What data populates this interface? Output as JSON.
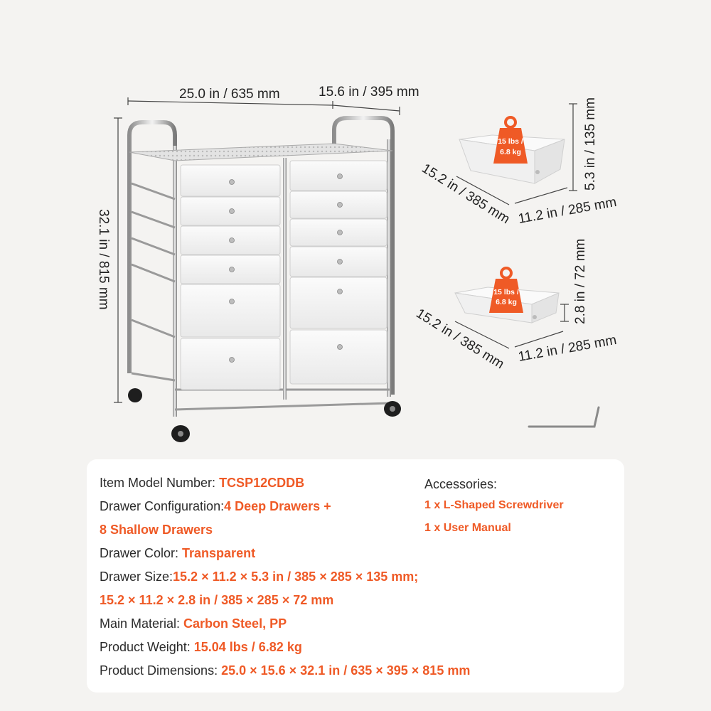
{
  "dimensions": {
    "cart_width": "25.0 in / 635 mm",
    "cart_depth": "15.6 in / 395 mm",
    "cart_height": "32.1 in / 815 mm",
    "deep_drawer_length": "15.2 in / 385 mm",
    "deep_drawer_width": "11.2 in / 285 mm",
    "deep_drawer_height": "5.3 in / 135 mm",
    "shallow_drawer_length": "15.2 in / 385 mm",
    "shallow_drawer_width": "11.2 in / 285 mm",
    "shallow_drawer_height": "2.8 in / 72 mm",
    "load_line1": "15 lbs /",
    "load_line2": "6.8 kg"
  },
  "specs": {
    "model_label": "Item Model Number: ",
    "model_value": "TCSP12CDDB",
    "config_label": "Drawer Configuration:",
    "config_value1": "4 Deep Drawers +",
    "config_value2": "8 Shallow Drawers",
    "color_label": "Drawer Color: ",
    "color_value": "Transparent",
    "size_label": "Drawer Size:",
    "size_value1": "15.2 × 11.2 × 5.3 in / 385 × 285 × 135 mm;",
    "size_value2": "15.2 × 11.2 × 2.8 in / 385 × 285 × 72 mm",
    "material_label": "Main Material: ",
    "material_value": "Carbon Steel, PP",
    "weight_label": "Product Weight: ",
    "weight_value": "15.04 lbs / 6.82 kg",
    "dims_label": "Product Dimensions: ",
    "dims_value": "25.0 × 15.6 × 32.1 in / 635 × 395 × 815 mm"
  },
  "accessories": {
    "heading": "Accessories:",
    "items": [
      "1 x L-Shaped Screwdriver",
      "1 x User Manual"
    ]
  },
  "colors": {
    "accent": "#ef5a26",
    "background": "#f4f3f1",
    "card": "#ffffff"
  }
}
